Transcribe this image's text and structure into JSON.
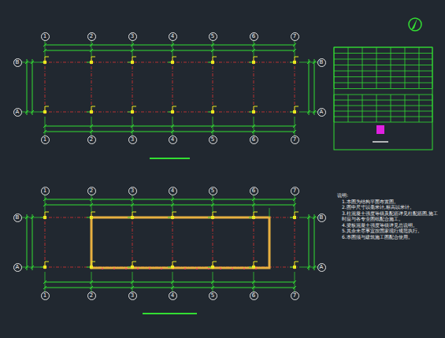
{
  "diagram": {
    "nodes": [
      {
        "text": [
          "1"
        ]
      },
      {
        "text": [
          "2"
        ]
      },
      {
        "text": [
          "3"
        ]
      },
      {
        "text": [
          "4"
        ]
      },
      {
        "text": [
          "5"
        ]
      },
      {
        "text": [
          "6"
        ]
      },
      {
        "text": [
          "7"
        ]
      },
      {
        "text": [
          "B"
        ]
      },
      {
        "text": [
          "B"
        ]
      },
      {
        "text": [
          "A"
        ]
      },
      {
        "text": [
          "A"
        ]
      },
      {
        "text": [
          "1"
        ]
      },
      {
        "text": [
          "2"
        ]
      },
      {
        "text": [
          "3"
        ]
      },
      {
        "text": [
          "4"
        ]
      },
      {
        "text": [
          "5"
        ]
      },
      {
        "text": [
          "6"
        ]
      },
      {
        "text": [
          "7"
        ]
      },
      {
        "text": [
          "1"
        ]
      },
      {
        "text": [
          "2"
        ]
      },
      {
        "text": [
          "3"
        ]
      },
      {
        "text": [
          "4"
        ]
      },
      {
        "text": [
          "5"
        ]
      },
      {
        "text": [
          "6"
        ]
      },
      {
        "text": [
          "7"
        ]
      },
      {
        "text": [
          "B"
        ]
      },
      {
        "text": [
          "B"
        ]
      },
      {
        "text": [
          "A"
        ]
      },
      {
        "text": [
          "A"
        ]
      },
      {
        "text": [
          "1"
        ]
      },
      {
        "text": [
          "2"
        ]
      },
      {
        "text": [
          "3"
        ]
      },
      {
        "text": [
          "4"
        ]
      },
      {
        "text": [
          "5"
        ]
      },
      {
        "text": [
          "6"
        ]
      },
      {
        "text": [
          "7"
        ]
      }
    ],
    "labels": [
      "说明:",
      "1.本图为结构平面布置图。",
      "2.图中尺寸以毫米计,标高以米计。",
      "3.柱混凝土强度等级及配筋详见柱配筋图,施工时应与各专业图纸配合施工。",
      "4.梁板混凝土强度等级详见总说明。",
      "5.其余未尽事宜按国家现行规范执行。",
      "6.本图须与建筑施工图配合使用。"
    ]
  }
}
